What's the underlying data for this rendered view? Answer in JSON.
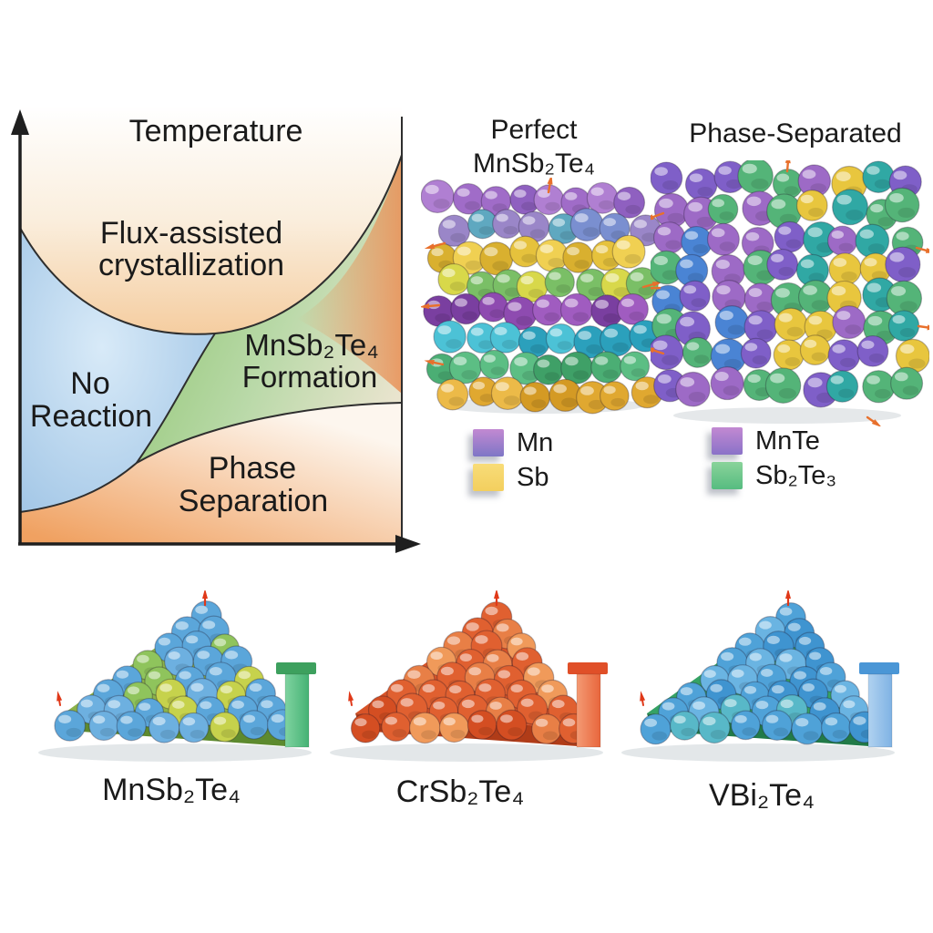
{
  "phase_diagram": {
    "y_axis_label": "Temperature",
    "regions": {
      "flux_assisted": {
        "line1": "Flux-assisted",
        "line2": "crystallization"
      },
      "no_reaction": {
        "line1": "No",
        "line2": "Reaction"
      },
      "mnsbte_formation": {
        "line1": "MnSb₂Te₄",
        "line2": "Formation"
      },
      "phase_separation": {
        "line1": "Phase",
        "line2": "Separation"
      }
    },
    "colors": {
      "axis": "#1f1f1f",
      "boundary": "#2e2e2e",
      "text": "#1a1a1a",
      "flux_top": "#ffffff",
      "flux_mid": "#faeedd",
      "flux_deep": "#f5cda0",
      "no_reaction_center": "#d8eaf8",
      "no_reaction_edge": "#9cc2e4",
      "formation_left": "#8cc46d",
      "formation_mid": "#b9d9a8",
      "formation_right": "#e9e4ce",
      "separation_deep": "#f0a161",
      "separation_light": "#fdf6ee",
      "right_edge_orange": "#e8935a"
    }
  },
  "crystals": {
    "perfect": {
      "title_line1": "Perfect",
      "title_line2": "MnSb₂Te₄",
      "layer_colors": [
        [
          "#a06cc8",
          "#8f60c0",
          "#b07fd2"
        ],
        [
          "#7a8fd0",
          "#5fa8c0",
          "#9a86c8"
        ],
        [
          "#e6c23c",
          "#d9b02f",
          "#f0d052"
        ],
        [
          "#9cc85c",
          "#d8d84a",
          "#7abf66"
        ],
        [
          "#8e4bb0",
          "#7a3fa0",
          "#a05cc0"
        ],
        [
          "#38b2cc",
          "#2ba0bc",
          "#4cc2d6"
        ],
        [
          "#4bae74",
          "#3fa067",
          "#5cbe84"
        ],
        [
          "#e0a830",
          "#d49a24",
          "#ecba48"
        ]
      ]
    },
    "separated": {
      "title": "Phase-Separated",
      "mix_colors": [
        "#9d6ac6",
        "#4a84d4",
        "#54b478",
        "#e8c63e",
        "#30a8a4",
        "#7f5fc8"
      ]
    },
    "spin_arrow_color": "#e8702c"
  },
  "legends": {
    "left": {
      "items": [
        {
          "label": "Mn",
          "color_top": "#c289d2",
          "color_bottom": "#7e76c6"
        },
        {
          "label": "Sb",
          "color_top": "#f8dc78",
          "color_bottom": "#f3cf5e"
        }
      ]
    },
    "right": {
      "items": [
        {
          "label": "MnTe",
          "color_top": "#c289d2",
          "color_bottom": "#8a72c8"
        },
        {
          "label": "Sb₂Te₃",
          "color_top": "#8ad39a",
          "color_bottom": "#56bc80"
        }
      ]
    }
  },
  "flakes": [
    {
      "label": "MnSb₂Te₄",
      "atom_colors": [
        "#5ba6da",
        "#8fc45c",
        "#c6d24c",
        "#6db0e0"
      ],
      "base_color": "#8cb24a",
      "rim_color": "#5d8a2e",
      "bar_cap": "#3da05e",
      "bar_light": "#7fd3a0",
      "bar_dark": "#45b274"
    },
    {
      "label": "CrSb₂Te₄",
      "atom_colors": [
        "#e06030",
        "#e87f46",
        "#d44e22",
        "#f09a5a"
      ],
      "base_color": "#d85428",
      "rim_color": "#b03c18",
      "bar_cap": "#e04f28",
      "bar_light": "#f49a74",
      "bar_dark": "#e8663c"
    },
    {
      "label": "VBi₂Te₄",
      "atom_colors": [
        "#4fa2d8",
        "#58b8c8",
        "#6ab4e2",
        "#3f94d0"
      ],
      "base_color": "#35a265",
      "rim_color": "#217a48",
      "bar_cap": "#4a96d6",
      "bar_light": "#b0d2f0",
      "bar_dark": "#7fb2e4"
    }
  ],
  "tip_arrow_color": "#e03818"
}
